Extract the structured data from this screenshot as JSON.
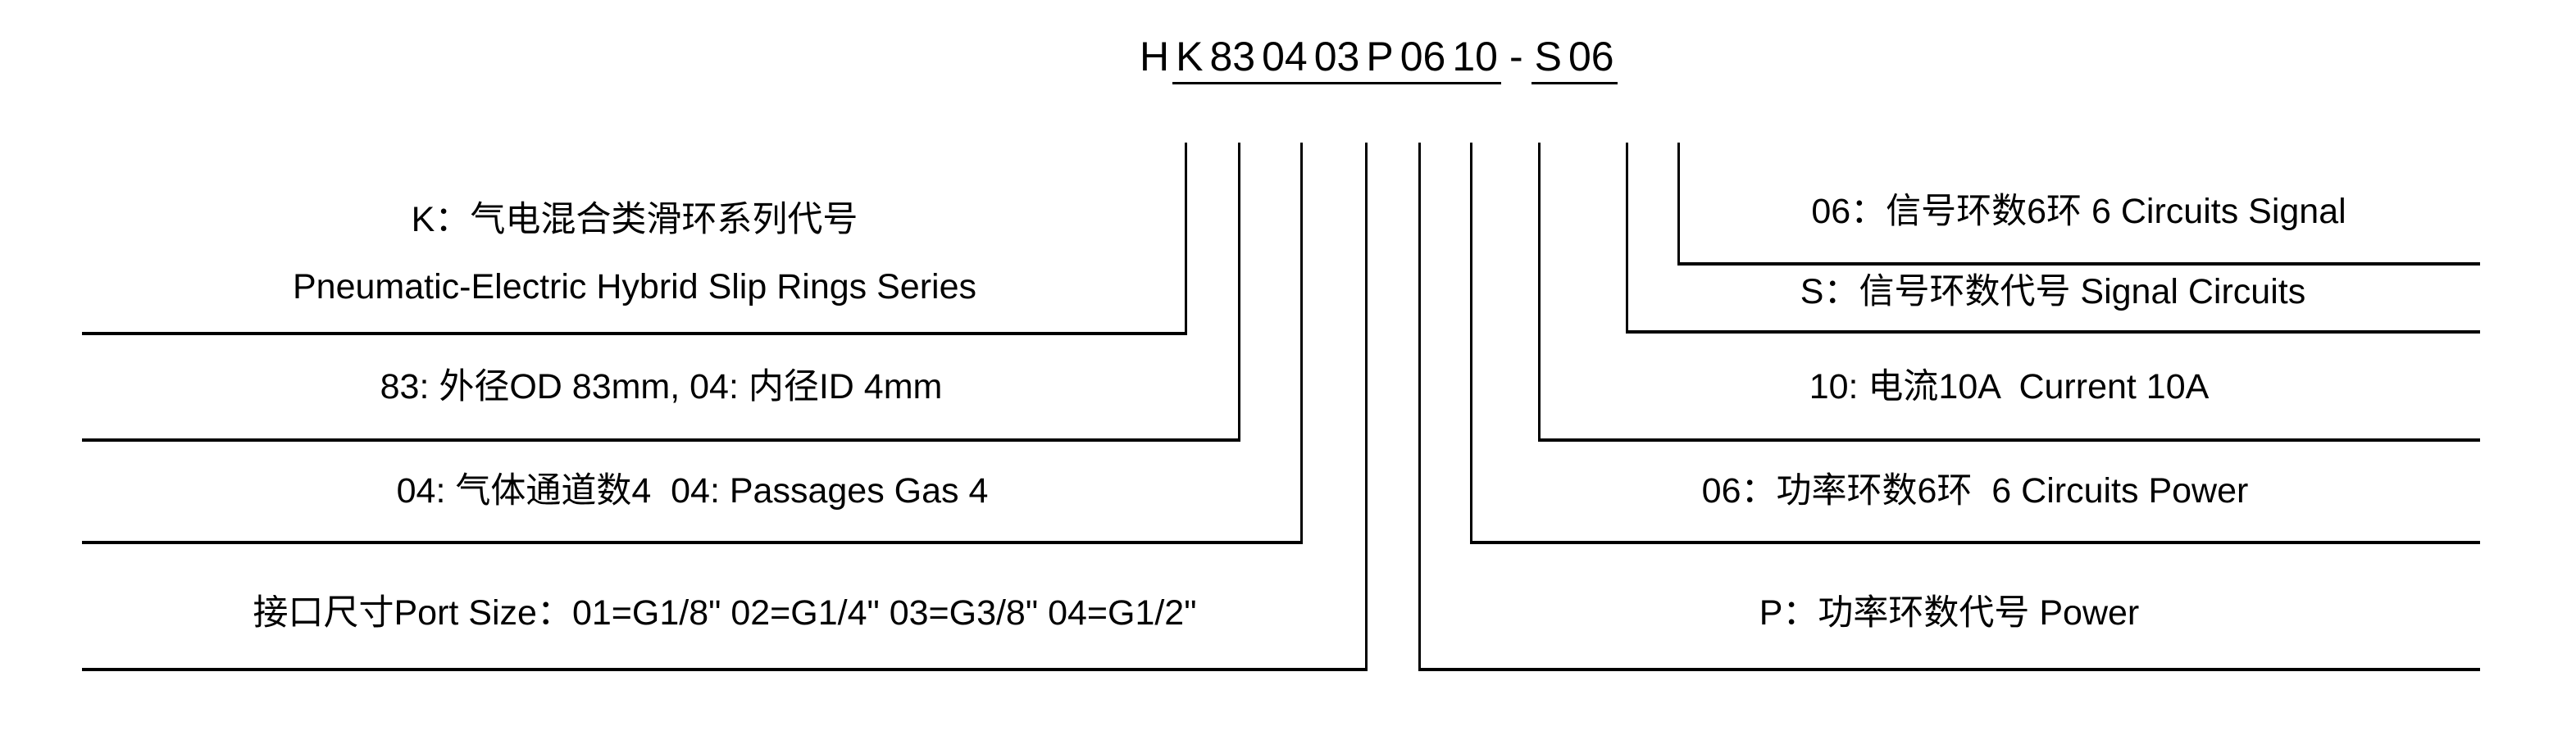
{
  "diagram": {
    "title": "Pneumatic-Electric Hybrid Slip Ring Part Number Designation",
    "type": "part-number-breakdown"
  },
  "code": {
    "segments": [
      {
        "id": "h",
        "text": "H",
        "underlined": false
      },
      {
        "id": "k",
        "text": "K",
        "underlined": true
      },
      {
        "id": "od_id",
        "text": "83",
        "underlined": true
      },
      {
        "id": "id",
        "text": "04",
        "underlined": true
      },
      {
        "id": "gas",
        "text": "03",
        "underlined": true
      },
      {
        "id": "p",
        "text": "P",
        "underlined": true
      },
      {
        "id": "pwr",
        "text": "06",
        "underlined": true
      },
      {
        "id": "cur",
        "text": "10",
        "underlined": true
      },
      {
        "id": "dash",
        "text": "-",
        "underlined": false
      },
      {
        "id": "s",
        "text": "S",
        "underlined": true
      },
      {
        "id": "sig",
        "text": "06",
        "underlined": true
      }
    ],
    "full": "HK830403P0610-S06"
  },
  "left_callouts": [
    {
      "id": "series",
      "line_cn": "K：气电混合类滑环系列代号",
      "line_en": "Pneumatic-Electric Hybrid Slip Rings Series"
    },
    {
      "id": "diameter",
      "line_cn": "83: 外径OD 83mm, 04: 内径ID 4mm",
      "line_en": ""
    },
    {
      "id": "gas-passages",
      "line_cn": "04: 气体通道数4  04: Passages Gas 4",
      "line_en": ""
    },
    {
      "id": "port-size",
      "line_cn": "接口尺寸Port Size：01=G1/8\" 02=G1/4\" 03=G3/8\" 04=G1/2\"",
      "line_en": ""
    }
  ],
  "right_callouts": [
    {
      "id": "signal-circuits-count",
      "line_cn": "06：信号环数6环 6 Circuits Signal"
    },
    {
      "id": "signal-code",
      "line_cn": "S：信号环数代号 Signal Circuits"
    },
    {
      "id": "current",
      "line_cn": "10: 电流10A  Current 10A"
    },
    {
      "id": "power-circuits-count",
      "line_cn": "06：功率环数6环  6 Circuits Power"
    },
    {
      "id": "power-code",
      "line_cn": "P：功率环数代号 Power"
    }
  ],
  "colors": {
    "ink": "#000000",
    "background": "#ffffff"
  }
}
